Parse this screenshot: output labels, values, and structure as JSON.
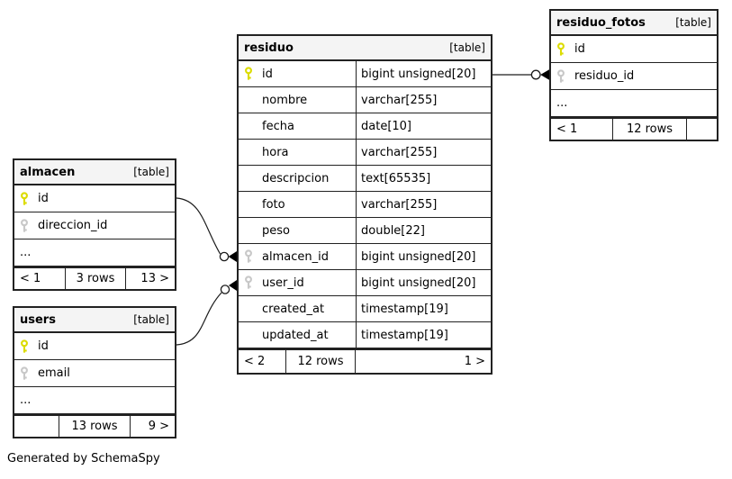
{
  "page": {
    "footer_note": "Generated by SchemaSpy"
  },
  "colors": {
    "primary_key": "#dcdc00",
    "foreign_key": "#c8c8c8",
    "header_bg": "#f4f4f4",
    "border": "#222222",
    "relationship_line": "#1c1c1c"
  },
  "tables": [
    {
      "id": "residuo",
      "name": "residuo",
      "badge": "[table]",
      "has_type_column": true,
      "ellipsis": false,
      "columns": [
        {
          "name": "id",
          "type": "bigint unsigned[20]",
          "key": "primary"
        },
        {
          "name": "nombre",
          "type": "varchar[255]",
          "key": ""
        },
        {
          "name": "fecha",
          "type": "date[10]",
          "key": ""
        },
        {
          "name": "hora",
          "type": "varchar[255]",
          "key": ""
        },
        {
          "name": "descripcion",
          "type": "text[65535]",
          "key": ""
        },
        {
          "name": "foto",
          "type": "varchar[255]",
          "key": ""
        },
        {
          "name": "peso",
          "type": "double[22]",
          "key": ""
        },
        {
          "name": "almacen_id",
          "type": "bigint unsigned[20]",
          "key": "foreign"
        },
        {
          "name": "user_id",
          "type": "bigint unsigned[20]",
          "key": "foreign"
        },
        {
          "name": "created_at",
          "type": "timestamp[19]",
          "key": ""
        },
        {
          "name": "updated_at",
          "type": "timestamp[19]",
          "key": ""
        }
      ],
      "footer": {
        "left": "< 2",
        "center": "12 rows",
        "right": "1 >"
      }
    },
    {
      "id": "residuo_fotos",
      "name": "residuo_fotos",
      "badge": "[table]",
      "has_type_column": false,
      "ellipsis": true,
      "ellipsis_text": "...",
      "columns": [
        {
          "name": "id",
          "type": "",
          "key": "primary"
        },
        {
          "name": "residuo_id",
          "type": "",
          "key": "foreign"
        }
      ],
      "footer": {
        "left": "< 1",
        "center": "12 rows",
        "right": ""
      }
    },
    {
      "id": "almacen",
      "name": "almacen",
      "badge": "[table]",
      "has_type_column": false,
      "ellipsis": true,
      "ellipsis_text": "...",
      "columns": [
        {
          "name": "id",
          "type": "",
          "key": "primary"
        },
        {
          "name": "direccion_id",
          "type": "",
          "key": "foreign"
        }
      ],
      "footer": {
        "left": "< 1",
        "center": "3 rows",
        "right": "13 >"
      }
    },
    {
      "id": "users",
      "name": "users",
      "badge": "[table]",
      "has_type_column": false,
      "ellipsis": true,
      "ellipsis_text": "...",
      "columns": [
        {
          "name": "id",
          "type": "",
          "key": "primary"
        },
        {
          "name": "email",
          "type": "",
          "key": "foreign"
        }
      ],
      "footer": {
        "left": "",
        "center": "13 rows",
        "right": "9 >"
      }
    }
  ],
  "relationships": [
    {
      "from": "almacen.id",
      "to": "residuo.almacen_id"
    },
    {
      "from": "users.id",
      "to": "residuo.user_id"
    },
    {
      "from": "residuo.id",
      "to": "residuo_fotos.residuo_id"
    }
  ]
}
